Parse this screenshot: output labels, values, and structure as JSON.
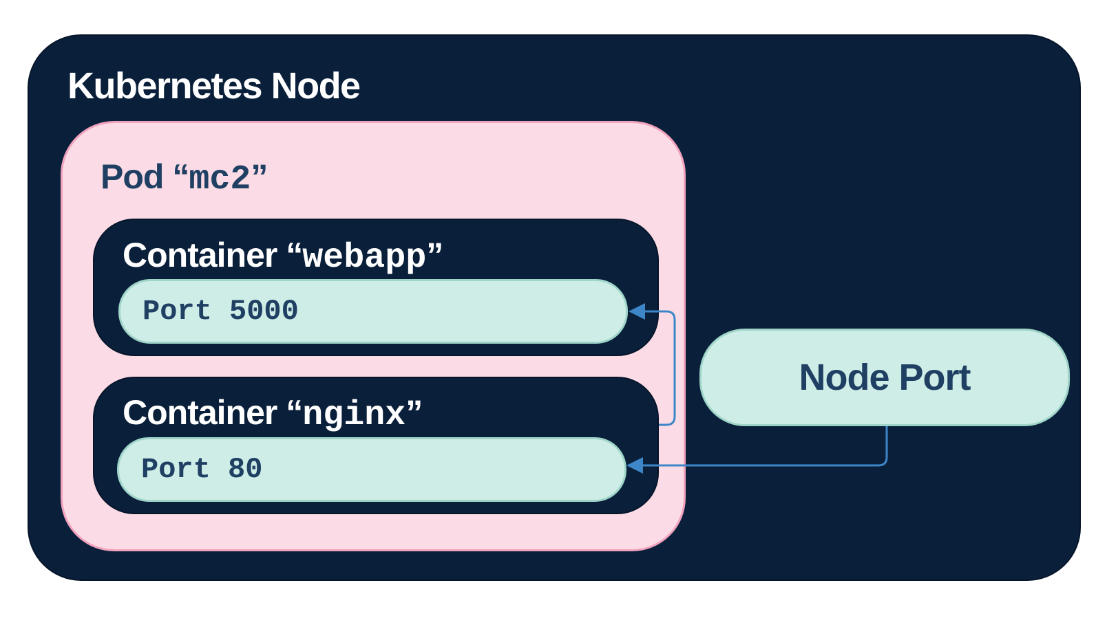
{
  "node": {
    "title": "Kubernetes Node"
  },
  "pod": {
    "title_prefix": "Pod “",
    "name": "mc2",
    "title_suffix": "”"
  },
  "containers": [
    {
      "title_prefix": "Container “",
      "name": "webapp",
      "title_suffix": "”",
      "port_label": "Port 5000"
    },
    {
      "title_prefix": "Container “",
      "name": "nginx",
      "title_suffix": "”",
      "port_label": "Port 80"
    }
  ],
  "node_port": {
    "label": "Node Port"
  },
  "colors": {
    "node_bg": "#0a1f3a",
    "pod_bg": "#fbdbe5",
    "pod_border": "#f1a2bd",
    "port_bg": "#cfede7",
    "text_dark": "#1f3f63",
    "arrow": "#3d87c9"
  }
}
